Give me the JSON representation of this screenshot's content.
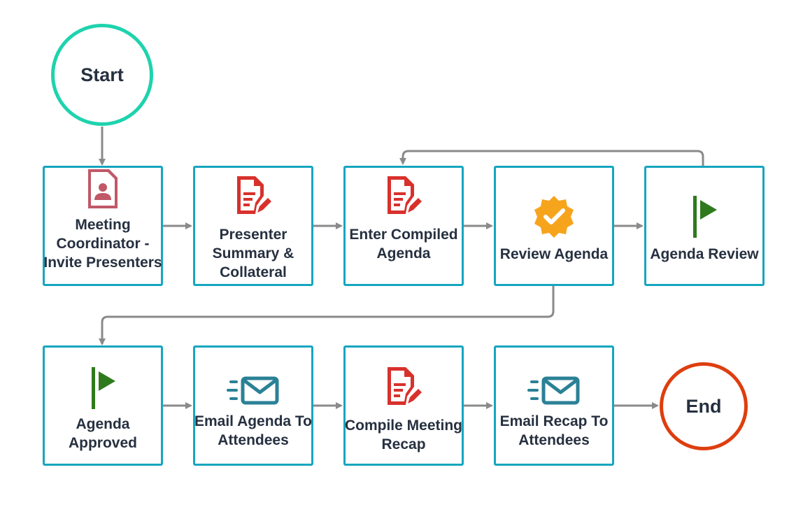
{
  "start": {
    "label": "Start",
    "color": "#1ed3ad"
  },
  "end": {
    "label": "End",
    "color": "#de3e0f"
  },
  "nodes": [
    {
      "id": "invite",
      "label": "Meeting Coordinator - Invite Presenters",
      "icon": "contact-document-icon"
    },
    {
      "id": "summary",
      "label": "Presenter Summary & Collateral",
      "icon": "edit-document-icon"
    },
    {
      "id": "compile-agenda",
      "label": "Enter Compiled Agenda",
      "icon": "edit-document-icon"
    },
    {
      "id": "review",
      "label": "Review Agenda",
      "icon": "verified-badge-icon"
    },
    {
      "id": "agenda-review",
      "label": "Agenda Review",
      "icon": "flag-icon"
    },
    {
      "id": "approved",
      "label": "Agenda Approved",
      "icon": "flag-icon"
    },
    {
      "id": "email-agenda",
      "label": "Email Agenda To Attendees",
      "icon": "email-icon"
    },
    {
      "id": "compile-recap",
      "label": "Compile Meeting Recap",
      "icon": "edit-document-icon"
    },
    {
      "id": "email-recap",
      "label": "Email Recap To Attendees",
      "icon": "email-icon"
    }
  ],
  "colors": {
    "node_border": "#16a6bf",
    "connector": "#8a8a8a",
    "document_red": "#d8312c",
    "contact_pink": "#c05868",
    "badge_orange": "#f7a41d",
    "flag_green": "#2f7a1d",
    "email_teal": "#2a8196"
  }
}
